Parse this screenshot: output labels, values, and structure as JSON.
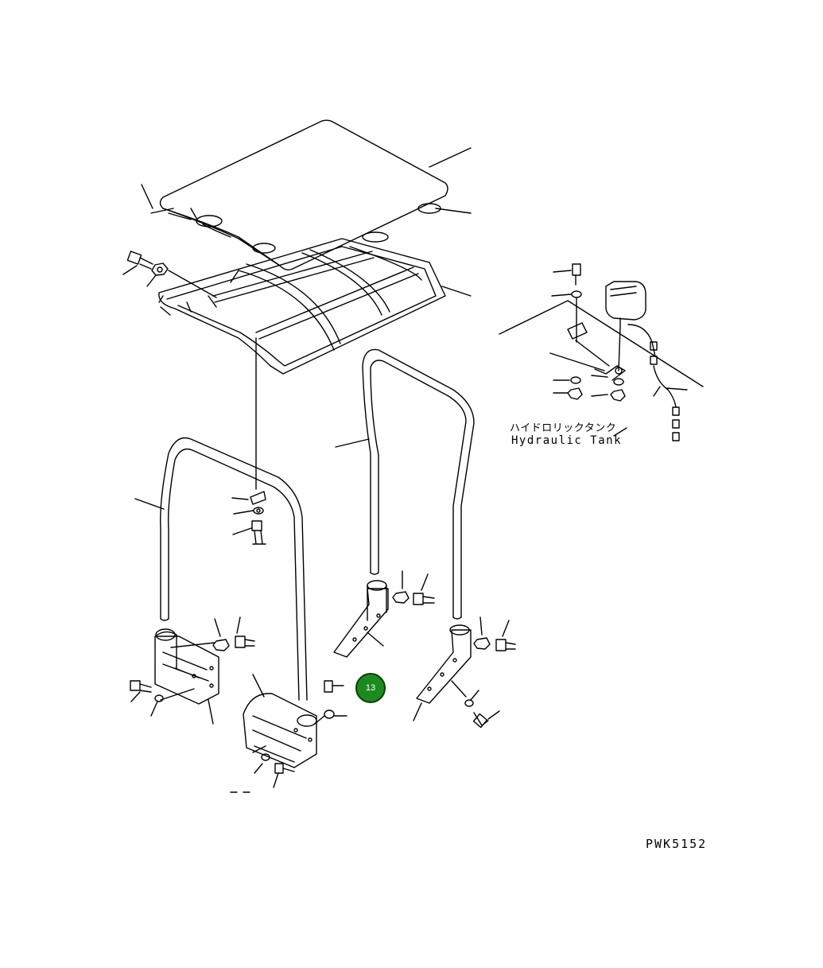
{
  "labels": {
    "hydraulic_tank_jp": "ハイドロリックタンク",
    "hydraulic_tank_en": "Hydraulic Tank",
    "drawing_number": "PWK5152"
  },
  "callout": {
    "number": "13",
    "color": "#1c8a1c"
  },
  "colors": {
    "line": "#000000",
    "background": "#ffffff"
  }
}
